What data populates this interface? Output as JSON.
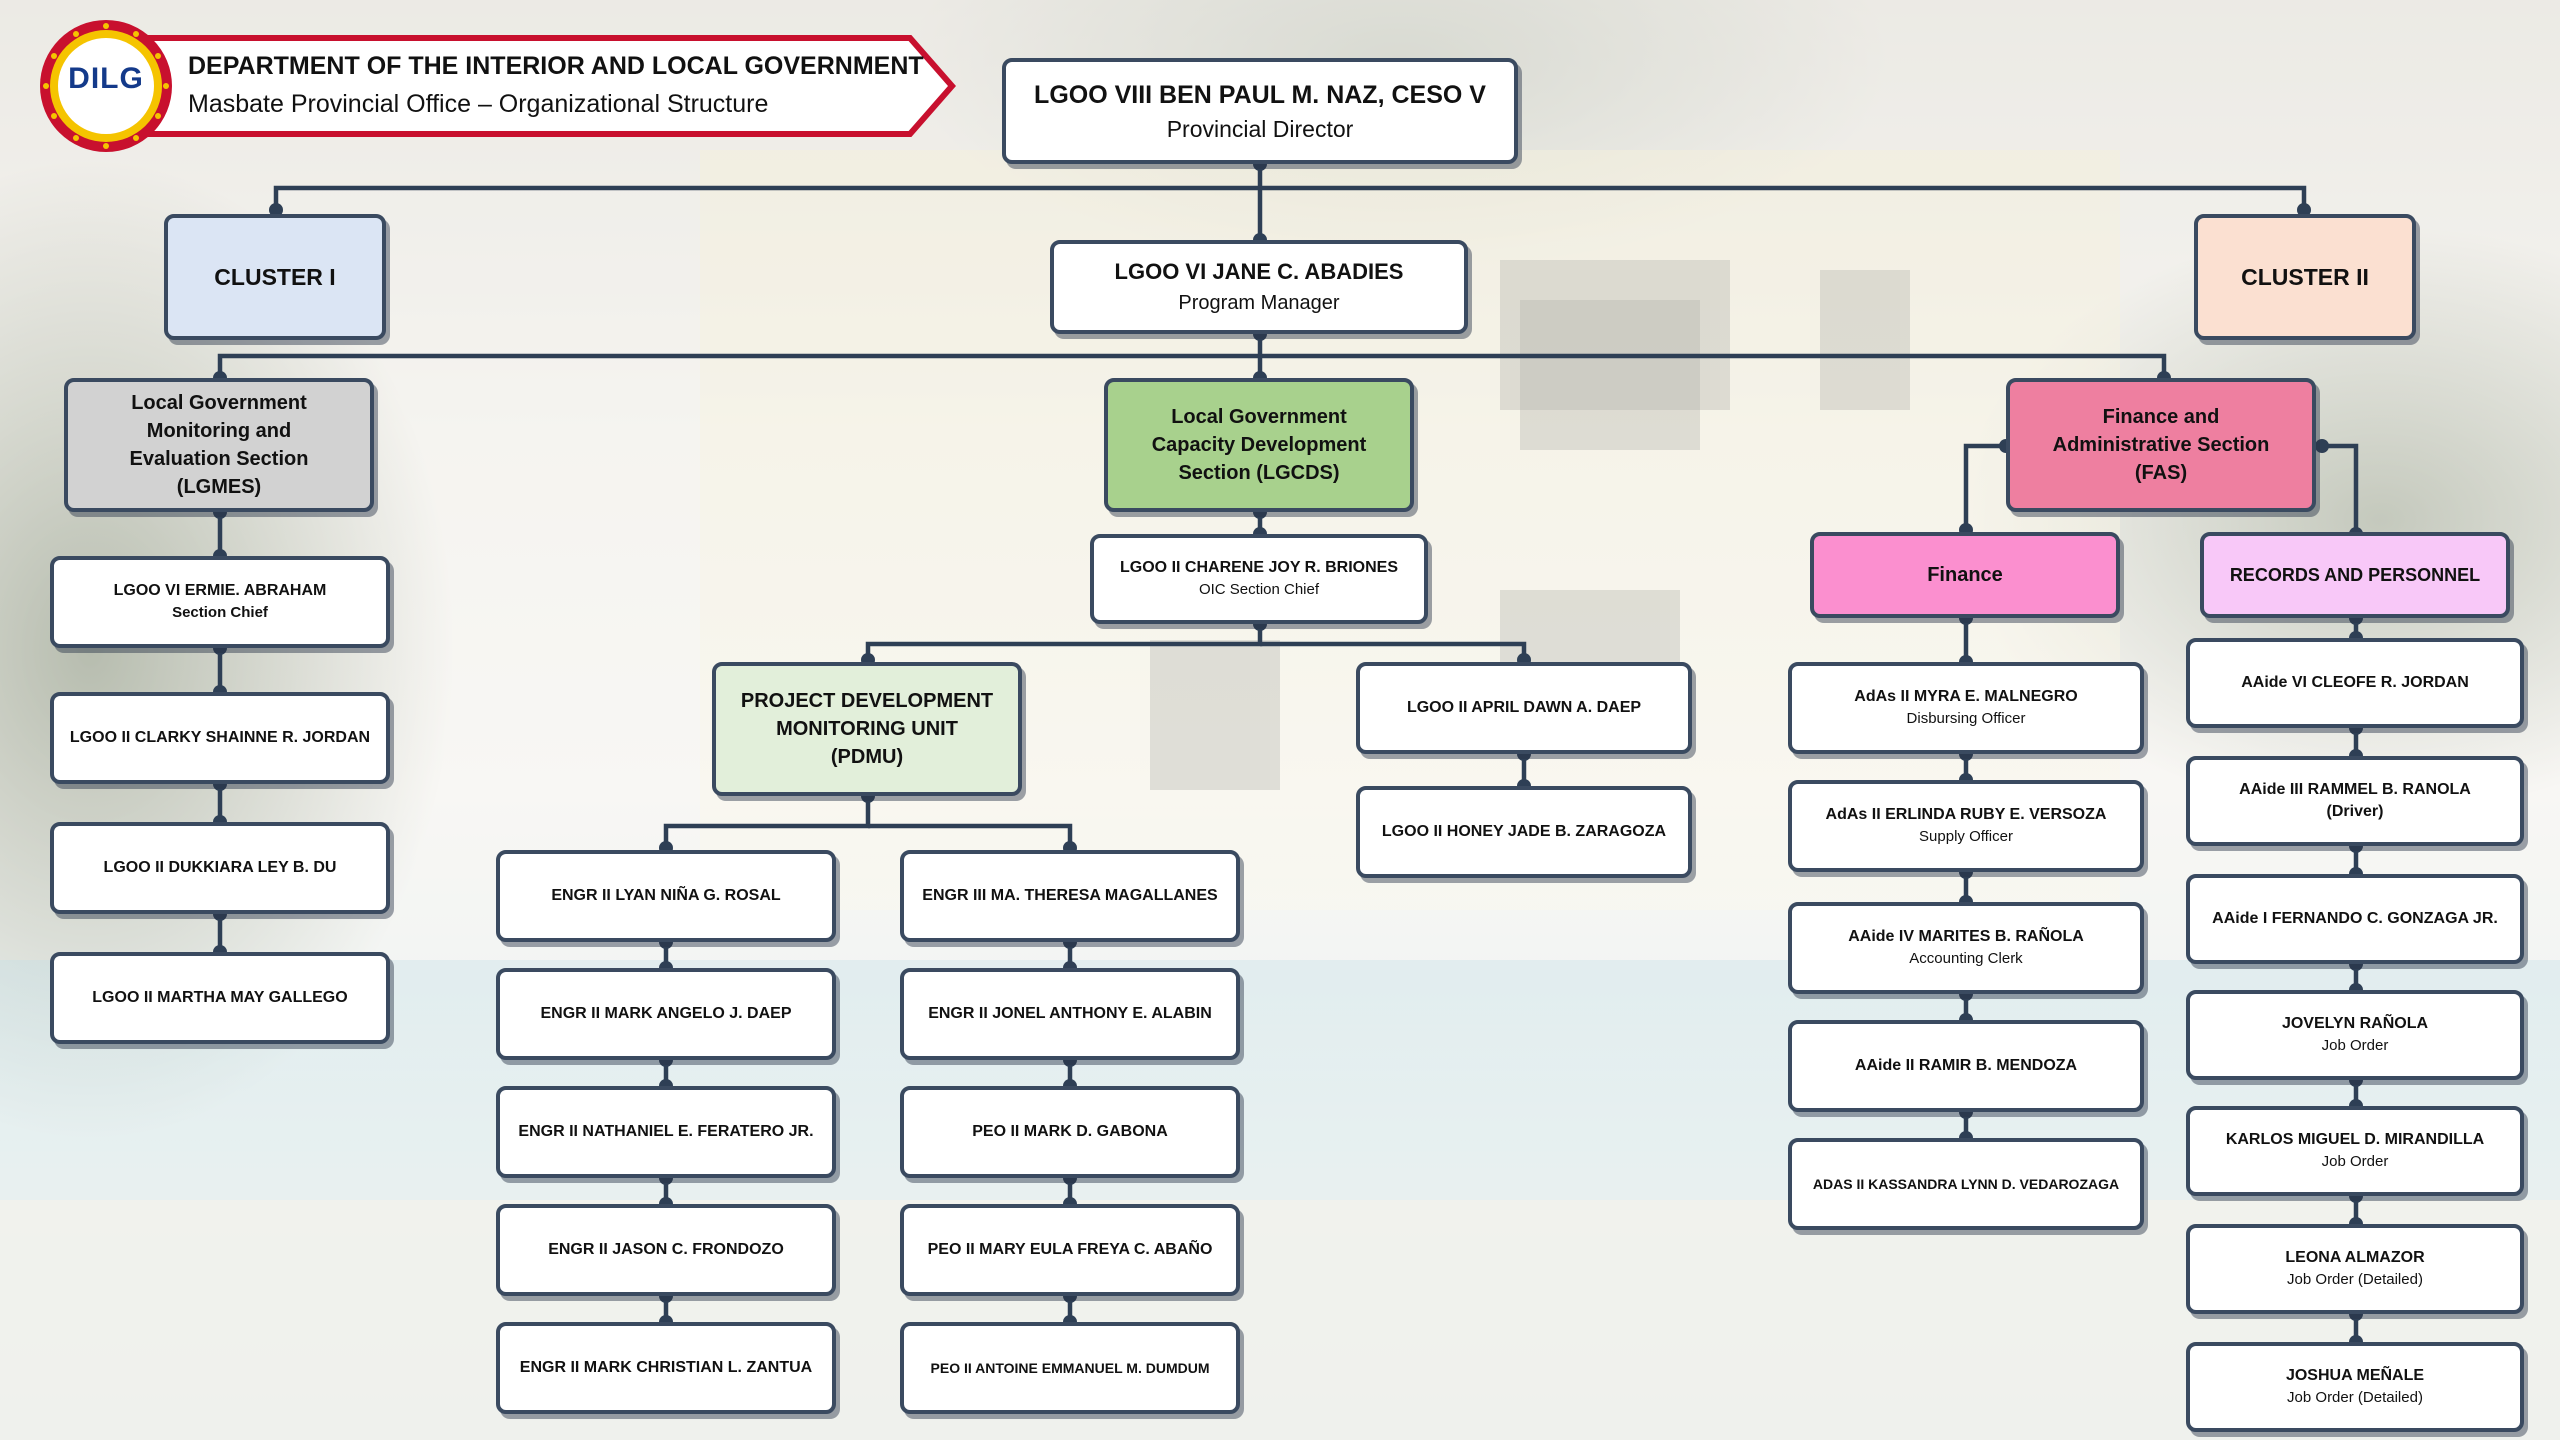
{
  "header": {
    "title": "DEPARTMENT OF THE INTERIOR AND LOCAL GOVERNMENT",
    "subtitle": "Masbate Provincial Office – Organizational Structure",
    "logo_text": "DILG",
    "banner_color": "#c8102e",
    "logo_ring_color": "#c8102e",
    "logo_core_color": "#f5c400"
  },
  "colors": {
    "connector": "#2e3f55",
    "border": "#3a4a60",
    "cluster1": "#dbe5f4",
    "cluster2": "#fbe0d1",
    "lgmes": "#d2d2d2",
    "lgcds": "#a8d18d",
    "pdmu": "#e2efda",
    "fas": "#ee7fa0",
    "finance": "#fb8fcf",
    "records": "#f8c8f8"
  },
  "director": {
    "name": "LGOO VIII BEN PAUL M. NAZ, CESO V",
    "title": "Provincial Director"
  },
  "program_manager": {
    "name": "LGOO VI JANE C. ABADIES",
    "title": "Program Manager"
  },
  "cluster1": {
    "label": "CLUSTER I"
  },
  "cluster2": {
    "label": "CLUSTER II"
  },
  "lgmes": {
    "label_lines": [
      "Local Government",
      "Monitoring and",
      "Evaluation Section",
      "(LGMES)"
    ],
    "members": [
      {
        "name": "LGOO VI ERMIE. ABRAHAM",
        "title": "Section Chief"
      },
      {
        "name": "LGOO II CLARKY SHAINNE R. JORDAN",
        "title": ""
      },
      {
        "name": "LGOO II DUKKIARA LEY B. DU",
        "title": ""
      },
      {
        "name": "LGOO II MARTHA MAY GALLEGO",
        "title": ""
      }
    ]
  },
  "lgcds": {
    "label_lines": [
      "Local Government",
      "Capacity Development",
      "Section (LGCDS)"
    ],
    "chief": {
      "name": "LGOO II CHARENE JOY R. BRIONES",
      "title": "OIC Section Chief"
    },
    "side_members": [
      {
        "name": "LGOO II APRIL DAWN A. DAEP"
      },
      {
        "name": "LGOO II HONEY JADE B. ZARAGOZA"
      }
    ]
  },
  "pdmu": {
    "label_lines": [
      "PROJECT DEVELOPMENT",
      "MONITORING UNIT",
      "(PDMU)"
    ],
    "left": [
      {
        "name": "ENGR II LYAN NIÑA G. ROSAL"
      },
      {
        "name": "ENGR II MARK ANGELO J. DAEP"
      },
      {
        "name": "ENGR II NATHANIEL E. FERATERO JR."
      },
      {
        "name": "ENGR II JASON C. FRONDOZO"
      },
      {
        "name": "ENGR II MARK CHRISTIAN L. ZANTUA"
      }
    ],
    "right": [
      {
        "name": "ENGR III MA. THERESA MAGALLANES"
      },
      {
        "name": "ENGR II JONEL ANTHONY E. ALABIN"
      },
      {
        "name": "PEO II MARK D. GABONA"
      },
      {
        "name": "PEO II MARY EULA FREYA C. ABAÑO"
      },
      {
        "name": "PEO II ANTOINE EMMANUEL M. DUMDUM"
      }
    ]
  },
  "fas": {
    "label_lines": [
      "Finance and",
      "Administrative Section",
      "(FAS)"
    ],
    "finance": {
      "label": "Finance",
      "members": [
        {
          "name": "AdAs II MYRA E. MALNEGRO",
          "title": "Disbursing Officer"
        },
        {
          "name": "AdAs II ERLINDA RUBY E. VERSOZA",
          "title": "Supply Officer"
        },
        {
          "name": "AAide IV MARITES B. RAÑOLA",
          "title": "Accounting Clerk"
        },
        {
          "name": "AAide II RAMIR B. MENDOZA",
          "title": ""
        },
        {
          "name": "ADAS II KASSANDRA LYNN D. VEDAROZAGA",
          "title": ""
        }
      ]
    },
    "records": {
      "label": "RECORDS AND PERSONNEL",
      "members": [
        {
          "name": "AAide VI CLEOFE R. JORDAN",
          "title": ""
        },
        {
          "name": "AAide III RAMMEL B. RANOLA",
          "title": "(Driver)"
        },
        {
          "name": "AAide I FERNANDO C. GONZAGA JR.",
          "title": ""
        },
        {
          "name": "JOVELYN RAÑOLA",
          "title": "Job Order"
        },
        {
          "name": "KARLOS MIGUEL D. MIRANDILLA",
          "title": "Job Order"
        },
        {
          "name": "LEONA ALMAZOR",
          "title": "Job Order (Detailed)"
        },
        {
          "name": "JOSHUA MEÑALE",
          "title": "Job Order (Detailed)"
        }
      ]
    }
  }
}
